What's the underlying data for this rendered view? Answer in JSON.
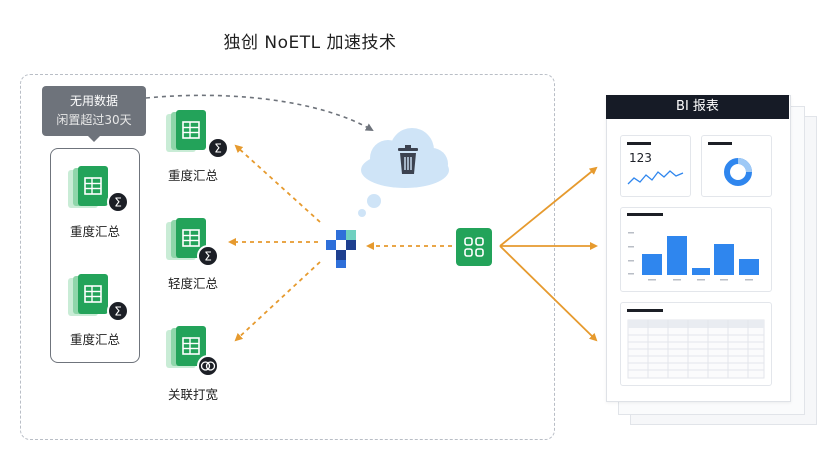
{
  "title": "独创 NoETL 加速技术",
  "unused_tag": {
    "line1": "无用数据",
    "line2": "闲置超过30天"
  },
  "left_labels": [
    "重度汇总",
    "重度汇总"
  ],
  "middle_labels": [
    "重度汇总",
    "轻度汇总",
    "关联打宽"
  ],
  "bi": {
    "header": "BI 报表",
    "kpi_value": "123"
  },
  "icons": {
    "table": "spreadsheet-icon",
    "sum": "sigma-badge-icon",
    "join": "join-badge-icon",
    "trash": "trash-icon",
    "cloud": "cloud-icon",
    "engine": "logo-engine-icon",
    "source": "data-source-icon"
  },
  "colors": {
    "arrow_orange": "#e69a2e",
    "sheet_green": "#23a35a",
    "bar_blue": "#2f86ee",
    "badge_dark": "#1c1f26"
  }
}
